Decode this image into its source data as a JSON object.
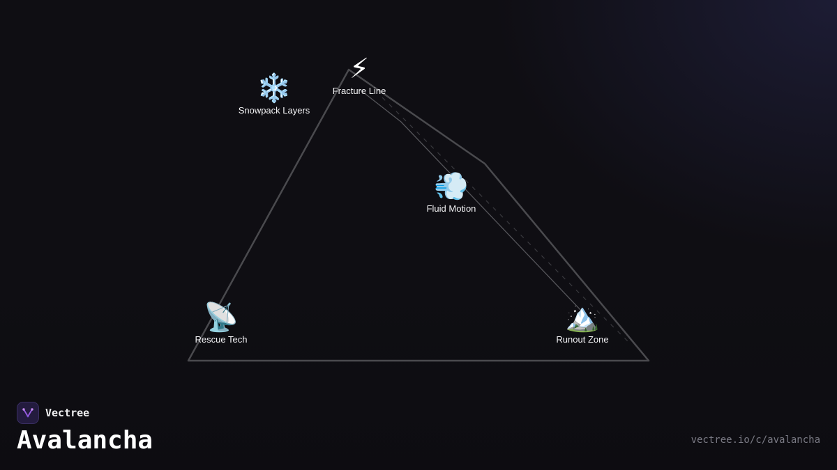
{
  "nodes": [
    {
      "id": "fracture",
      "icon": "⚡",
      "icon_name": "lightning-icon",
      "label": "Fracture Line"
    },
    {
      "id": "snowpack",
      "icon": "❄️",
      "icon_name": "snowflake-icon",
      "label": "Snowpack Layers"
    },
    {
      "id": "fluid",
      "icon": "💨",
      "icon_name": "dash-wind-icon",
      "label": "Fluid Motion"
    },
    {
      "id": "rescue",
      "icon": "📡",
      "icon_name": "satellite-dish-icon",
      "label": "Rescue Tech"
    },
    {
      "id": "runout",
      "icon": "🏔️",
      "icon_name": "snow-mountain-icon",
      "label": "Runout Zone"
    }
  ],
  "brand": {
    "name": "Vectree",
    "logo_icon": "vectree-logo-icon",
    "accent": "#9b5de5"
  },
  "title": "Avalancha",
  "url": "vectree.io/c/avalancha",
  "colors": {
    "background": "#0f0e13",
    "outline": "#4a4a4e",
    "connector": "#55555a"
  }
}
